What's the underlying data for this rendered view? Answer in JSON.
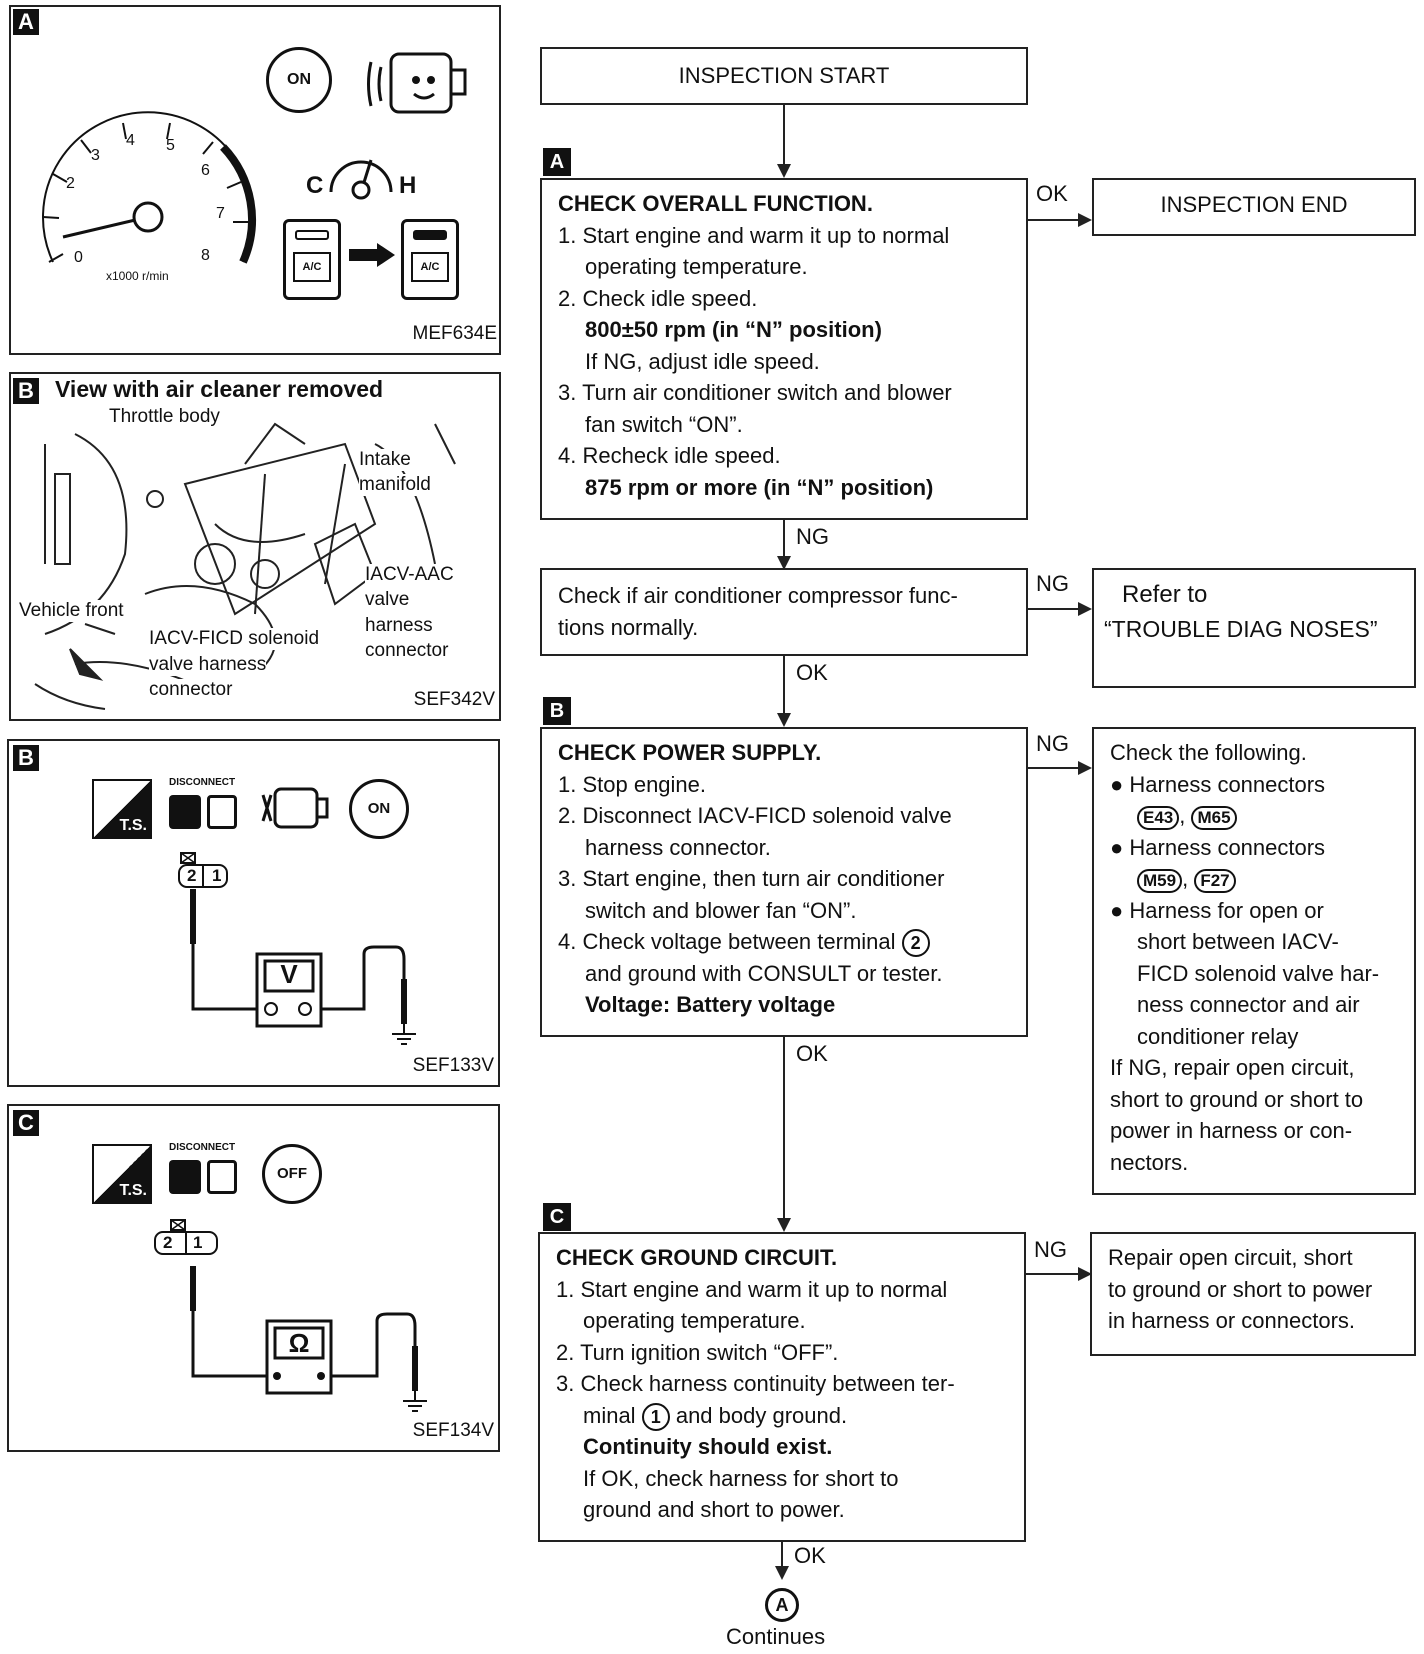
{
  "panels": {
    "a": {
      "tag": "A",
      "ref": "MEF634E",
      "tach_unit": "x1000 r/min",
      "tach_ticks": [
        "0",
        "2",
        "3",
        "4",
        "5",
        "6",
        "7",
        "8"
      ],
      "on_label": "ON",
      "ac_label": "A/C",
      "temp_c": "C",
      "temp_h": "H"
    },
    "b1": {
      "tag": "B",
      "title": "View with air cleaner removed",
      "ref": "SEF342V",
      "labels": {
        "throttle": "Throttle body",
        "intake1": "Intake",
        "intake2": "manifold",
        "iacv_aac1": "IACV-AAC",
        "iacv_aac2": "valve",
        "iacv_aac3": "harness",
        "iacv_aac4": "connector",
        "vehicle_front": "Vehicle front",
        "ficd1": "IACV-FICD solenoid",
        "ficd2": "valve harness",
        "ficd3": "connector"
      }
    },
    "b2": {
      "tag": "B",
      "ref": "SEF133V",
      "disconnect": "DISCONNECT",
      "ts": "T.S.",
      "on": "ON",
      "pins": [
        "2",
        "1"
      ],
      "meter": "V"
    },
    "c": {
      "tag": "C",
      "ref": "SEF134V",
      "disconnect": "DISCONNECT",
      "ts": "T.S.",
      "off": "OFF",
      "pins": [
        "2",
        "1"
      ],
      "meter": "Ω"
    }
  },
  "flow": {
    "start": "INSPECTION START",
    "end": "INSPECTION END",
    "ok": "OK",
    "ng": "NG",
    "step_a": {
      "tag": "A",
      "title": "CHECK OVERALL FUNCTION.",
      "l1": "1. Start engine and warm it up to normal",
      "l2": "operating temperature.",
      "l3": "2. Check idle speed.",
      "l4": "800±50 rpm (in “N” position)",
      "l5": "If NG, adjust idle speed.",
      "l6": "3. Turn air conditioner switch and blower",
      "l7": "fan switch “ON”.",
      "l8": "4. Recheck idle speed.",
      "l9": "875 rpm or more (in “N” position)"
    },
    "comp_check": {
      "l1": "Check if air conditioner compressor func-",
      "l2": "tions normally."
    },
    "refer": {
      "l1": "Refer to",
      "l2": "“TROUBLE DIAG NOSES”"
    },
    "step_b": {
      "tag": "B",
      "title": "CHECK POWER SUPPLY.",
      "l1": "1. Stop engine.",
      "l2": "2. Disconnect IACV-FICD solenoid valve",
      "l3": "harness connector.",
      "l4": "3. Start engine, then turn air conditioner",
      "l5": "switch and blower fan “ON”.",
      "l6a": "4. Check voltage between terminal",
      "l6b": "2",
      "l7": "and ground with CONSULT or tester.",
      "l8": "Voltage: Battery voltage"
    },
    "check_following": {
      "title": "Check the following.",
      "b1": "Harness connectors",
      "c1a": "E43",
      "c1b": "M65",
      "b2": "Harness connectors",
      "c2a": "M59",
      "c2b": "F27",
      "b3": "Harness for open or",
      "b3l2": "short between IACV-",
      "b3l3": "FICD solenoid valve har-",
      "b3l4": "ness connector and air",
      "b3l5": "conditioner relay",
      "n1": "If NG, repair open circuit,",
      "n2": "short to ground or short to",
      "n3": "power in harness or con-",
      "n4": "nectors."
    },
    "step_c": {
      "tag": "C",
      "title": "CHECK GROUND CIRCUIT.",
      "l1": "1. Start engine and warm it up to normal",
      "l2": "operating temperature.",
      "l3": "2. Turn ignition switch “OFF”.",
      "l4": "3. Check harness continuity between ter-",
      "l5a": "minal",
      "l5b": "1",
      "l5c": "and body ground.",
      "l6": "Continuity should exist.",
      "l7": "If OK, check harness for short to",
      "l8": "ground and short to power."
    },
    "repair": {
      "l1": "Repair open circuit, short",
      "l2": "to ground or short to power",
      "l3": "in harness or connectors."
    },
    "connector_a": "A",
    "continues": "Continues"
  }
}
